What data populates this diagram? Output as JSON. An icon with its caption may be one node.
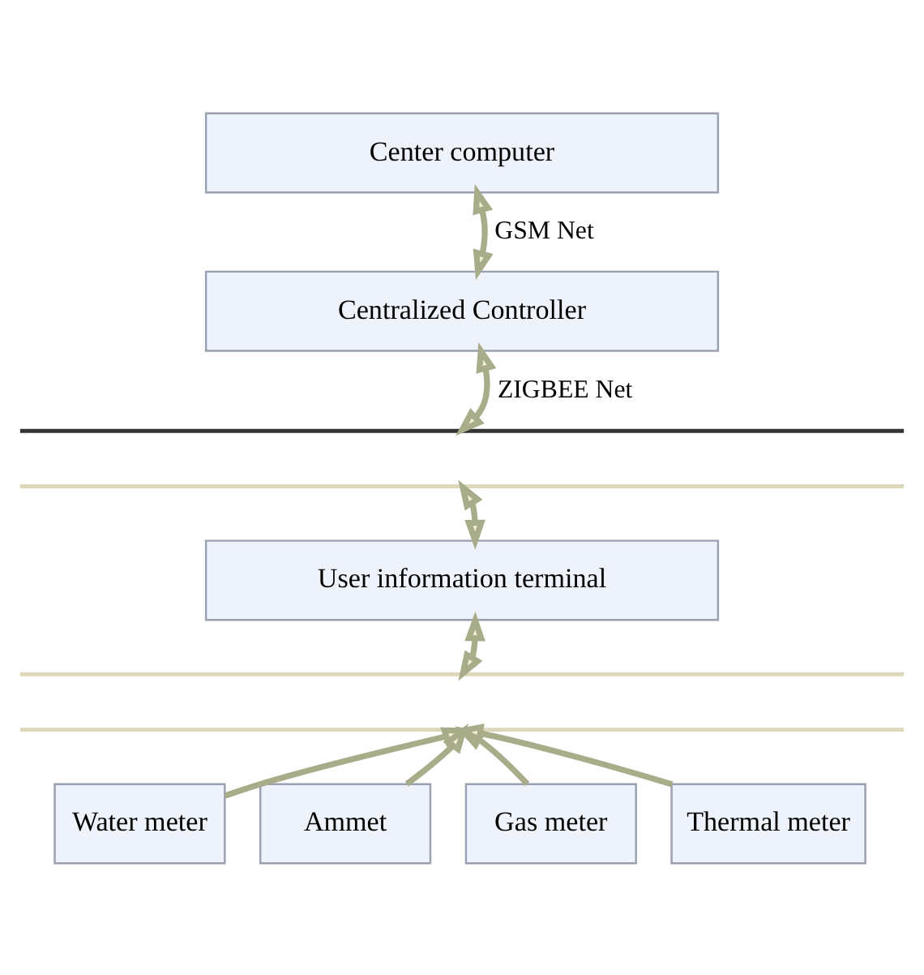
{
  "diagram": {
    "nodes": [
      {
        "text": [
          "Center computer"
        ]
      },
      {
        "text": [
          "Centralized Controller"
        ]
      },
      {
        "text": [],
        "shape": "bar"
      },
      {
        "text": [],
        "shape": "bar"
      },
      {
        "text": [
          "User information terminal"
        ]
      },
      {
        "text": [],
        "shape": "bar"
      },
      {
        "text": [],
        "shape": "bar"
      },
      {
        "text": [
          "Water meter"
        ]
      },
      {
        "text": [
          "Ammet"
        ]
      },
      {
        "text": [
          "Gas meter"
        ]
      },
      {
        "text": [
          "Thermal meter"
        ]
      }
    ],
    "edges": [
      {
        "from": 0,
        "to": 1,
        "arrow": "both",
        "label": "GSM Net"
      },
      {
        "from": 1,
        "to": 2,
        "arrow": "both",
        "label": "ZIGBEE Net"
      },
      {
        "from": 3,
        "to": 4,
        "arrow": "both"
      },
      {
        "from": 4,
        "to": 5,
        "arrow": "both"
      },
      {
        "from": 7,
        "to": 6,
        "arrow": "to"
      },
      {
        "from": 8,
        "to": 6,
        "arrow": "to"
      },
      {
        "from": 9,
        "to": 6,
        "arrow": "to"
      },
      {
        "from": 10,
        "to": 6,
        "arrow": "to"
      }
    ]
  }
}
